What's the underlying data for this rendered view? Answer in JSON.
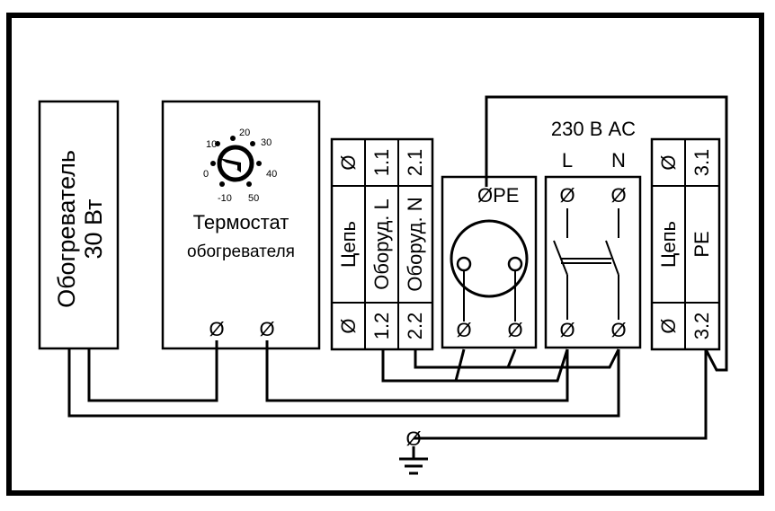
{
  "heater": {
    "label_line1": "Обогреватель",
    "label_line2": "30 Вт"
  },
  "thermostat": {
    "label_line1": "Термостат",
    "label_line2": "обогревателя",
    "scale": [
      "20",
      "30",
      "40",
      "50",
      "-10",
      "0",
      "10"
    ]
  },
  "terminal_block_1": {
    "circuit_label": "Цепь",
    "col1_label": "Оборуд. L",
    "col2_label": "Оборуд. N",
    "top1": "1.1",
    "top2": "2.1",
    "bottom1": "1.2",
    "bottom2": "2.2",
    "top_symbol": "Ø",
    "bottom_symbol": "Ø"
  },
  "socket": {
    "pe_label": "ØPE"
  },
  "supply": {
    "voltage_label": "230 В AC",
    "l_label": "L",
    "n_label": "N"
  },
  "terminal_block_2": {
    "circuit_label": "Цепь",
    "pe_label": "PE",
    "top": "3.1",
    "bottom": "3.2",
    "top_symbol": "Ø",
    "bottom_symbol": "Ø"
  },
  "terminal_symbol": "Ø",
  "ground": {
    "symbol_name": "ground-icon"
  }
}
